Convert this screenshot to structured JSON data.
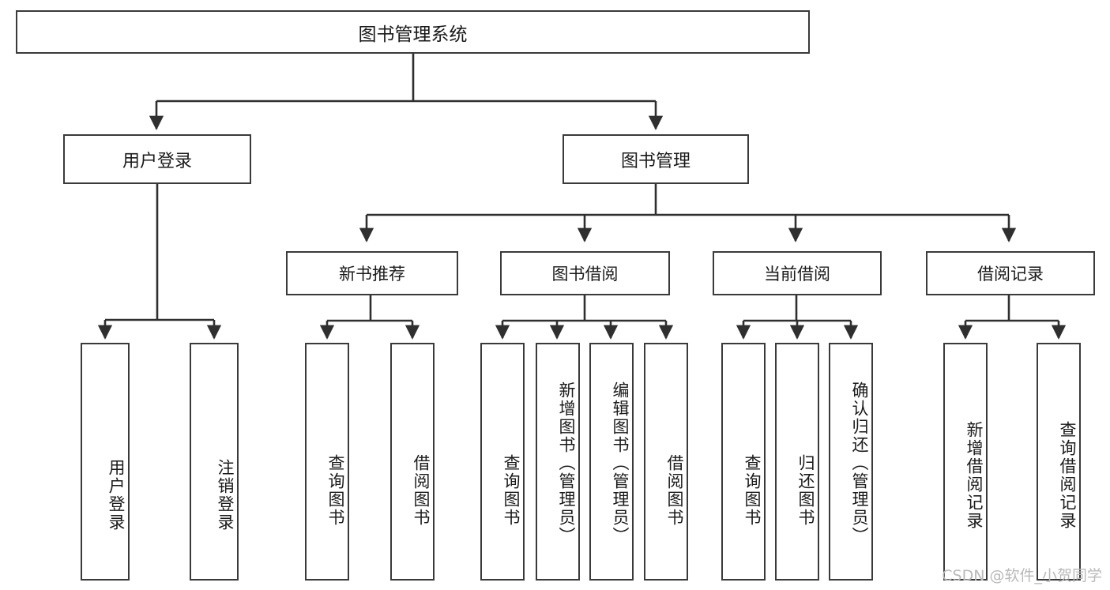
{
  "diagram": {
    "title_node": {
      "label": "图书管理系统"
    },
    "level2": [
      {
        "label": "用户登录"
      },
      {
        "label": "图书管理"
      }
    ],
    "level3": [
      {
        "label": "新书推荐"
      },
      {
        "label": "图书借阅"
      },
      {
        "label": "当前借阅"
      },
      {
        "label": "借阅记录"
      }
    ],
    "leaves": {
      "user_login": [
        {
          "label": "用户登录"
        },
        {
          "label": "注销登录"
        }
      ],
      "new_book_recommend": [
        {
          "label": "查询图书"
        },
        {
          "label": "借阅图书"
        }
      ],
      "book_borrow": [
        {
          "label": "查询图书"
        },
        {
          "label": "新增图书（管理员）"
        },
        {
          "label": "编辑图书（管理员）"
        },
        {
          "label": "借阅图书"
        }
      ],
      "current_borrow": [
        {
          "label": "查询图书"
        },
        {
          "label": "归还图书"
        },
        {
          "label": "确认归还（管理员）"
        }
      ],
      "borrow_record": [
        {
          "label": "新增借阅记录"
        },
        {
          "label": "查询借阅记录"
        }
      ]
    }
  },
  "watermark": {
    "text": "CSDN @软件_小贺同学"
  },
  "colors": {
    "box_border": "#3a3a3a",
    "wire": "#2f2f2f",
    "background": "#ffffff",
    "text": "#1a1a1a",
    "watermark": "#b9b9b9"
  }
}
